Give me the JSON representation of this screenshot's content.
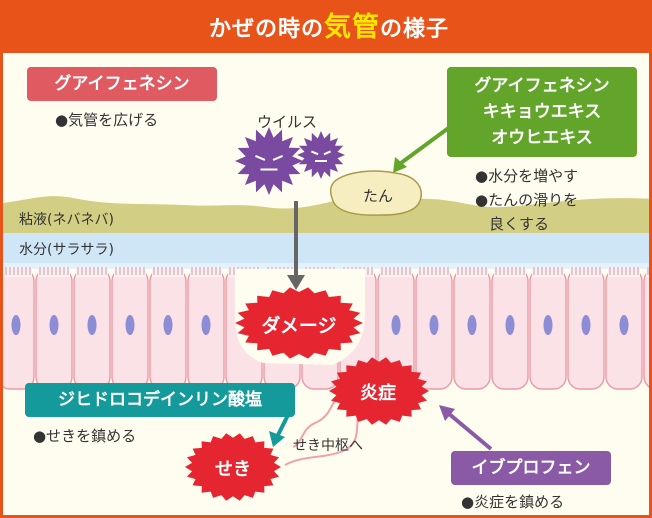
{
  "title": {
    "pre": "かぜの時の",
    "highlight": "気管",
    "post": "の様子"
  },
  "layers": {
    "mucus": "粘液(ネバネバ)",
    "water": "水分(サラサラ)"
  },
  "virus_label": "ウイルス",
  "phlegm_label": "たん",
  "guaifenesin": {
    "name": "グアイフェネシン",
    "effect": "●気管を広げる"
  },
  "combo": {
    "line1": "グアイフェネシン",
    "line2": "キキョウエキス",
    "line3": "オウヒエキス",
    "effect1": "●水分を増やす",
    "effect2": "●たんの滑りを",
    "effect3": "良くする"
  },
  "damage_label": "ダメージ",
  "inflammation_label": "炎症",
  "cough_label": "せき",
  "cough_center_label": "せき中枢へ",
  "dihydrocodeine": {
    "name": "ジヒドロコデインリン酸塩",
    "effect": "●せきを鎮める"
  },
  "ibuprofen": {
    "name": "イブプロフェン",
    "effect": "●炎症を鎮める"
  },
  "colors": {
    "frame": "#e8531a",
    "highlight": "#ffe600",
    "red_tag": "#e05a62",
    "green_tag": "#62a52a",
    "teal_tag": "#149a9a",
    "purple_tag": "#8a5aa6",
    "burst": "#e52630",
    "virus": "#7a4aa0",
    "mucus": "#d2cf84",
    "water": "#cfe6f6"
  }
}
